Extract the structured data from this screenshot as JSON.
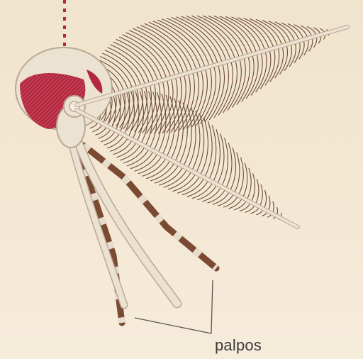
{
  "labels": {
    "palpos": "palpos"
  },
  "colors": {
    "background": "#f3e6d0",
    "feather": "#6b4a3a",
    "shaft": "#ece2d2",
    "shaft_outline": "#b9a894",
    "eye": "#b3283e",
    "leg_dark": "#7a4a32",
    "leg_light": "#e8ddcc",
    "dotted_line": "#b3283e",
    "callout": "#5a5550"
  },
  "feathers": [
    {
      "name": "upper-antenna-feather",
      "barbs": 58
    },
    {
      "name": "lower-antenna-feather",
      "barbs": 48
    }
  ]
}
